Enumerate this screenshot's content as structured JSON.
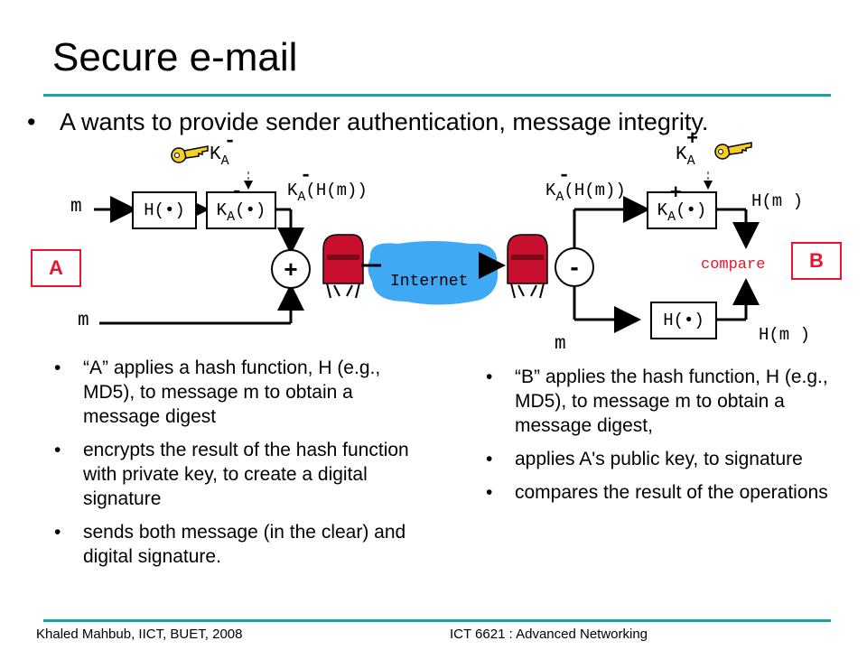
{
  "slide": {
    "title": "Secure e-mail",
    "lead": "A wants to provide sender authentication, message integrity."
  },
  "diagram": {
    "sender": {
      "tag": "A",
      "m_top": "m",
      "m_bottom": "m",
      "hash_box": "H(•)",
      "encrypt_box_base": "K",
      "encrypt_box_sub": "A",
      "encrypt_box_sup": "-",
      "encrypt_box_arg": "(•)",
      "key_label_base": "K",
      "key_label_sub": "A",
      "key_label_sup": "-",
      "signature_label_base": "K",
      "signature_label_sub": "A",
      "signature_label_sup": "-",
      "signature_label_arg": "(H(m))",
      "combine": "+"
    },
    "network": {
      "cloud_label": "Internet"
    },
    "receiver": {
      "tag": "B",
      "m_label": "m",
      "split": "-",
      "signature_label_base": "K",
      "signature_label_sub": "A",
      "signature_label_sup": "-",
      "signature_label_arg": "(H(m))",
      "decrypt_box_base": "K",
      "decrypt_box_sub": "A",
      "decrypt_box_sup": "+",
      "decrypt_box_arg": "(•)",
      "key_label_base": "K",
      "key_label_sub": "A",
      "key_label_sup": "+",
      "hash_box": "H(•)",
      "hm_top": "H(m )",
      "hm_bottom": "H(m )",
      "compare": "compare"
    }
  },
  "left_bullets": [
    "“A” applies a hash function, H (e.g., MD5), to message m to obtain a message digest",
    "encrypts the result of the hash function with private key, to create a digital signature",
    "sends both message (in the clear) and digital signature."
  ],
  "right_bullets": [
    "“B” applies the hash function, H (e.g., MD5), to message m to obtain a message digest,",
    "applies A's public key, to signature",
    "compares the result of the operations"
  ],
  "footer": {
    "left": "Khaled Mahbub, IICT, BUET, 2008",
    "right": "ICT 6621 : Advanced Networking"
  },
  "colors": {
    "rule": "#1aa3a3",
    "tag_red": "#e8142e",
    "cloud": "#3fa9f5",
    "key_gold": "#f5d020",
    "mailbox_red": "#c8102e"
  },
  "icons": [
    "key-icon",
    "mailbox-icon",
    "internet-cloud-icon"
  ]
}
